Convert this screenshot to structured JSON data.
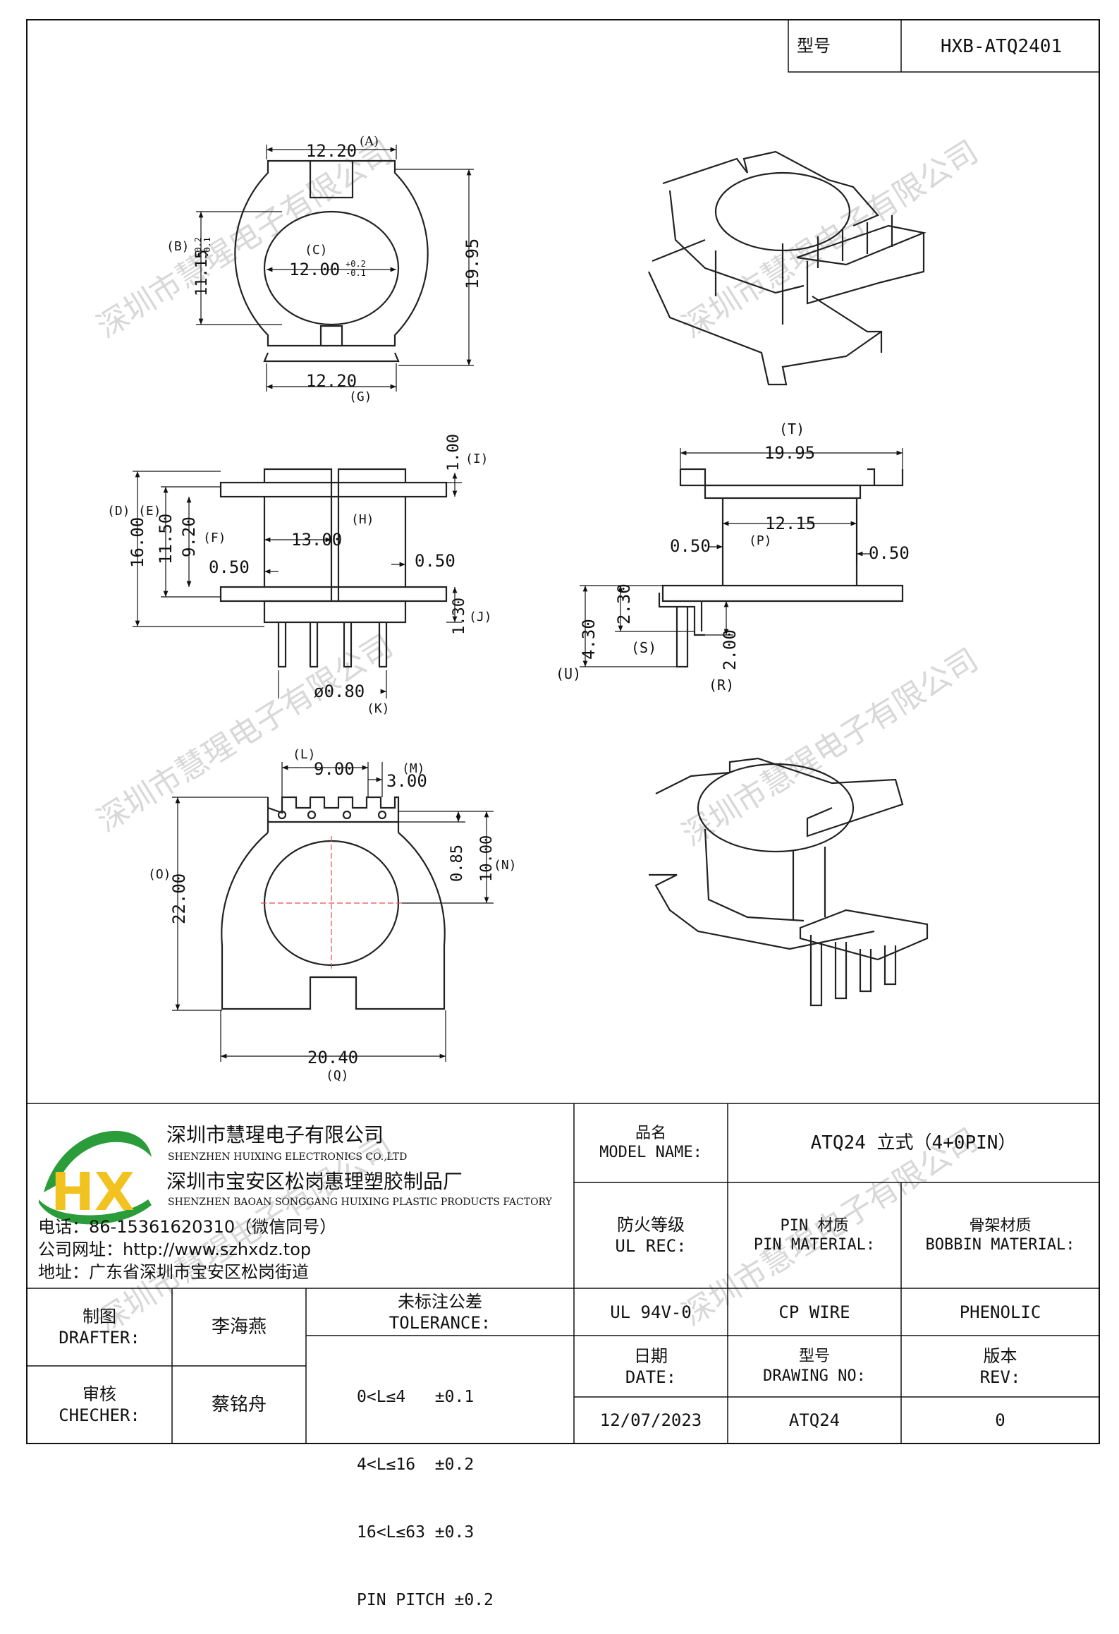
{
  "header": {
    "model_label": "型号",
    "model_value": "HXB-ATQ2401"
  },
  "dimensions": {
    "A": "12.20",
    "A_tag": "(A)",
    "B": "11.15",
    "B_tol": "+0.2\n-0.1",
    "B_tag": "(B)",
    "C": "12.00",
    "C_tol": "+0.2\n-0.1",
    "C_tag": "(C)",
    "H_top": "19.95",
    "G": "12.20",
    "G_tag": "(G)",
    "I": "1.00",
    "I_tag": "(I)",
    "D": "16.00",
    "D_tag": "(D)",
    "E": "11.50",
    "E_tag": "(E)",
    "F": "9.20",
    "F_tag": "(F)",
    "H": "13.00",
    "H_tag": "(H)",
    "wall_left": "0.50",
    "wall_right": "0.50",
    "J": "1.30",
    "J_tag": "(J)",
    "K": "ø0.80",
    "K_tag": "(K)",
    "T": "19.95",
    "T_tag": "(T)",
    "P": "12.15",
    "P_tag": "(P)",
    "side_wall_left": "0.50",
    "side_wall_right": "0.50",
    "U": "4.30",
    "U_tag": "(U)",
    "S": "2.30",
    "S_tag": "(S)",
    "R": "2.00",
    "R_tag": "(R)",
    "L": "9.00",
    "L_tag": "(L)",
    "M": "3.00",
    "M_tag": "(M)",
    "O": "22.00",
    "O_tag": "(O)",
    "N_small": "0.85",
    "N": "10.00",
    "N_tag": "(N)",
    "Q": "20.40",
    "Q_tag": "(Q)"
  },
  "watermark": "深圳市慧瑆电子有限公司",
  "company": {
    "logo_text": "HX",
    "name_cn": "深圳市慧瑆电子有限公司",
    "name_en": "SHENZHEN HUIXING ELECTRONICS CO.,LTD",
    "factory_cn": "深圳市宝安区松岗惠理塑胶制品厂",
    "factory_en": "SHENZHEN BAOAN SONGGANG HUIXING PLASTIC PRODUCTS FACTORY",
    "phone": "电话：86-15361620310（微信同号）",
    "website": "公司网址：http://www.szhxdz.top",
    "address": "地址：广东省深圳市宝安区松岗街道"
  },
  "titleblock": {
    "model_name_label": "品名\nMODEL NAME:",
    "model_name_value": "ATQ24 立式（4+0PIN）",
    "ul_label": "防火等级\nUL REC:",
    "pin_mat_label": "PIN 材质\nPIN MATERIAL:",
    "bobbin_mat_label": "骨架材质\nBOBBIN MATERIAL:",
    "ul_value": "UL 94V-0",
    "pin_mat_value": "CP WIRE",
    "bobbin_mat_value": "PHENOLIC",
    "drafter_label": "制图\nDRAFTER:",
    "drafter_value": "李海燕",
    "checker_label": "审核\nCHECHER:",
    "checker_value": "蔡铭舟",
    "tolerance_label": "未标注公差\nTOLERANCE:",
    "tolerance_rows": [
      "0<L≤4   ±0.1",
      "4<L≤16  ±0.2",
      "16<L≤63 ±0.3",
      "PIN PITCH ±0.2"
    ],
    "date_label": "日期\nDATE:",
    "drawing_no_label": "型号\nDRAWING NO:",
    "rev_label": "版本\nREV:",
    "date_value": "12/07/2023",
    "drawing_no_value": "ATQ24",
    "rev_value": "0"
  }
}
